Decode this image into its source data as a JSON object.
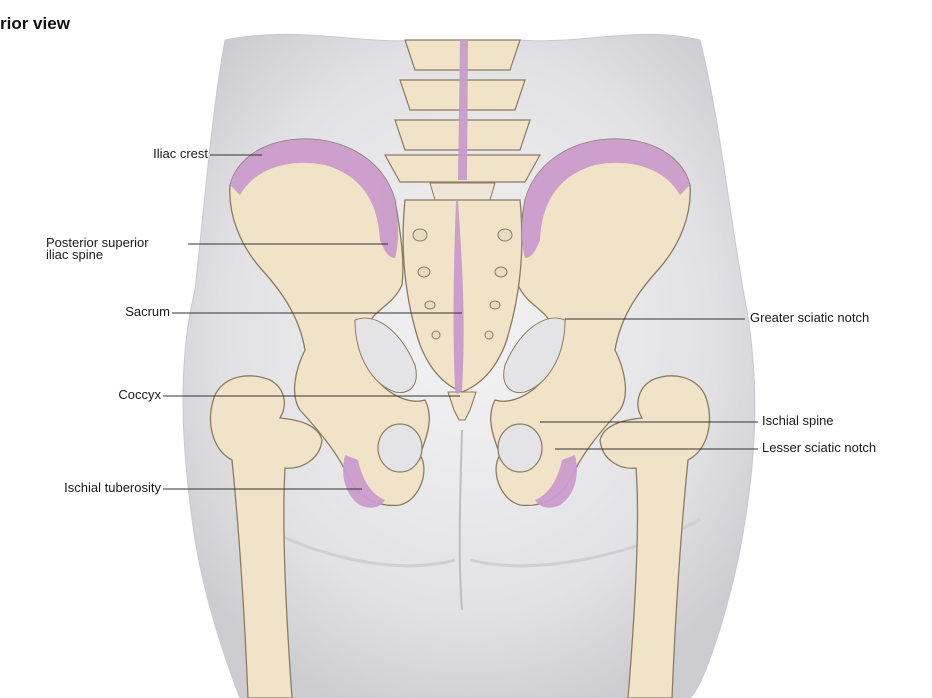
{
  "title": "rior view",
  "colors": {
    "bone": "#f1e3c7",
    "bone_outline": "#8a7c62",
    "highlight": "#c99bcc",
    "skin": "#e6e6e8",
    "skin_shadow": "#cfcfd3",
    "leader": "#333333"
  },
  "labels": {
    "iliac_crest": "Iliac crest",
    "psis_line1": "Posterior superior",
    "psis_line2": "iliac spine",
    "sacrum": "Sacrum",
    "coccyx": "Coccyx",
    "ischial_tuberosity": "Ischial tuberosity",
    "greater_sciatic_notch": "Greater sciatic notch",
    "ischial_spine": "Ischial spine",
    "lesser_sciatic_notch": "Lesser sciatic notch"
  }
}
